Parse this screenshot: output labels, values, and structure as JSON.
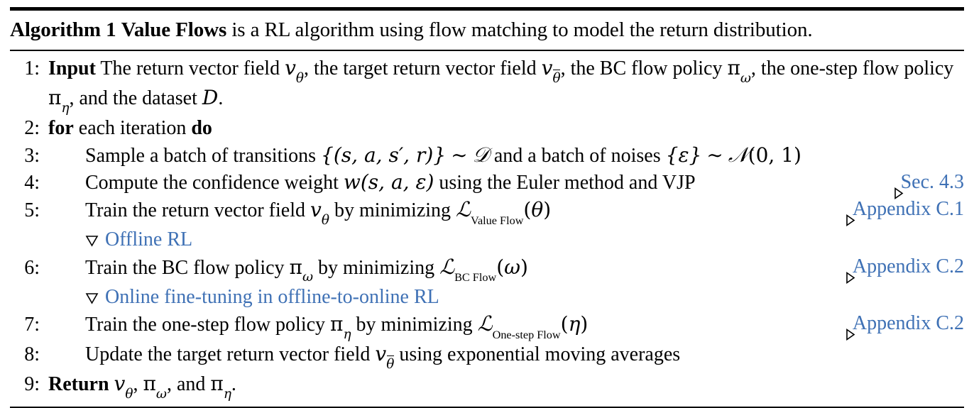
{
  "algorithm": {
    "caption": {
      "name": "Algorithm 1",
      "title": "Value Flows",
      "description": " is a RL algorithm using flow matching to model the return distribution."
    },
    "colors": {
      "text": "#000000",
      "comment_blue": "#3f71b5",
      "rule": "#000000"
    },
    "lines": [
      {
        "number": "1:",
        "keyword": "Input",
        "text_part_1": " The return vector field ",
        "math_1": "v_θ",
        "text_part_2": ", the target return vector field ",
        "math_2": "v_θ̄",
        "text_part_3": ", the BC flow policy ",
        "math_3": "π_ω",
        "text_part_4": ", the",
        "continuation_1": "one-step flow policy ",
        "math_4": "π_η",
        "continuation_2": ", and the dataset ",
        "math_5": "D",
        "continuation_3": "."
      },
      {
        "number": "2:",
        "keyword_1": "for",
        "text_1": " each iteration ",
        "keyword_2": "do"
      },
      {
        "number": "3:",
        "text_1": "Sample a batch of transitions ",
        "math_1": "{(s, a, s′, r)}",
        "text_2": " ∼ ",
        "math_2": "D",
        "text_3": " and a batch of noises ",
        "math_3": "{ε}",
        "text_4": " ∼ ",
        "math_4": "N(0, 1)"
      },
      {
        "number": "4:",
        "text_1": "Compute the confidence weight ",
        "math_1": "w(s, a, ε)",
        "text_2": " using the Euler method and VJP",
        "comment": "Sec. 4.3"
      },
      {
        "number": "5:",
        "text_1": "Train the return vector field ",
        "math_1": "v_θ",
        "text_2": " by minimizing ",
        "math_2": "L_Value Flow(θ)",
        "comment": "Appendix C.1"
      },
      {
        "number": "",
        "annotation": "Offline RL"
      },
      {
        "number": "6:",
        "text_1": "Train the BC flow policy ",
        "math_1": "π_ω",
        "text_2": " by minimizing ",
        "math_2": "L_BC Flow(ω)",
        "comment": "Appendix C.2"
      },
      {
        "number": "",
        "annotation": "Online fine-tuning in offline-to-online RL"
      },
      {
        "number": "7:",
        "text_1": "Train the one-step flow policy ",
        "math_1": "π_η",
        "text_2": " by minimizing ",
        "math_2": "L_One-step Flow(η)",
        "comment": "Appendix C.2"
      },
      {
        "number": "8:",
        "text_1": "Update the target return vector field ",
        "math_1": "v_θ̄",
        "text_2": " using exponential moving averages"
      },
      {
        "number": "9:",
        "keyword": "Return",
        "text_1": " ",
        "math_1": "v_θ",
        "text_2": ", ",
        "math_2": "π_ω",
        "text_3": ", and ",
        "math_3": "π_η",
        "text_4": "."
      }
    ],
    "subscript_labels": {
      "value_flow": "Value Flow",
      "bc_flow": "BC Flow",
      "one_step_flow": "One-step Flow"
    },
    "icons": {
      "comment_marker": "triangle-right-icon",
      "annotation_marker": "triangle-down-icon"
    }
  }
}
